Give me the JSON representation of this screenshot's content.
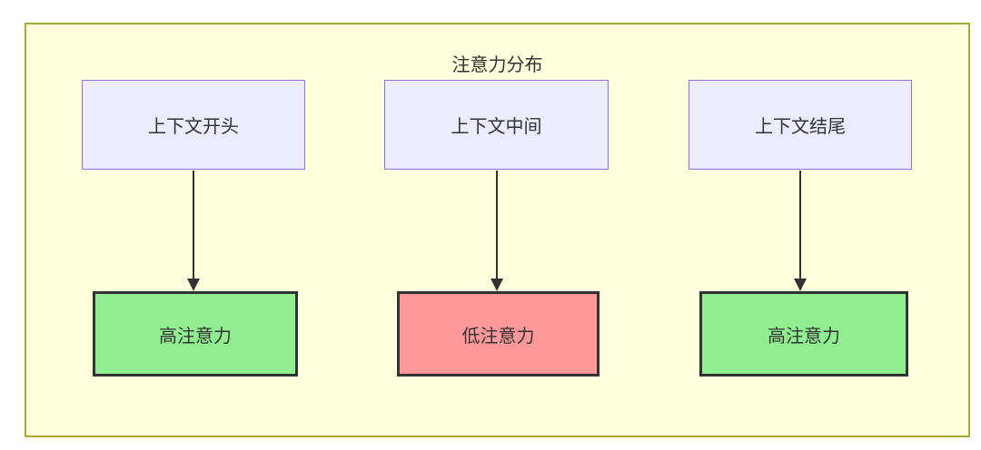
{
  "diagram": {
    "type": "flowchart",
    "title": "注意力分布",
    "top_nodes": [
      {
        "label": "上下文开头"
      },
      {
        "label": "上下文中间"
      },
      {
        "label": "上下文结尾"
      }
    ],
    "bottom_nodes": [
      {
        "label": "高注意力",
        "status": "high",
        "fill": "#90ee90"
      },
      {
        "label": "低注意力",
        "status": "low",
        "fill": "#ff9999"
      },
      {
        "label": "高注意力",
        "status": "high",
        "fill": "#90ee90"
      }
    ],
    "edges": [
      {
        "from": "上下文开头",
        "to": "高注意力"
      },
      {
        "from": "上下文中间",
        "to": "低注意力"
      },
      {
        "from": "上下文结尾",
        "to": "高注意力"
      }
    ],
    "colors": {
      "cluster_fill": "#ffffde",
      "cluster_border": "#aaaa33",
      "context_node_fill": "#ececff",
      "context_node_border": "#9370db",
      "high_attention_fill": "#90ee90",
      "low_attention_fill": "#ff9999",
      "result_node_border": "#333333",
      "arrow": "#333333",
      "text": "#333333",
      "page_background": "#ffffff"
    }
  }
}
